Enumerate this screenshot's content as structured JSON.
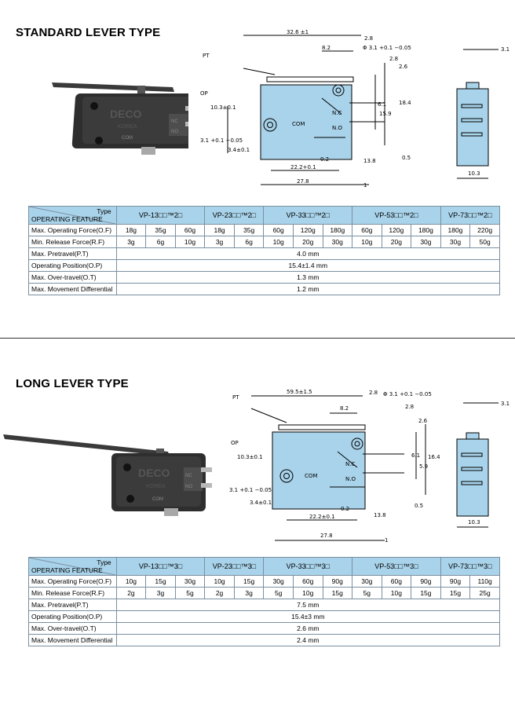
{
  "sections": [
    {
      "title": "STANDARD LEVER TYPE",
      "photo": {
        "brand": "DECO",
        "country": "KOREA",
        "terminals": [
          "NC",
          "NO",
          "COM"
        ]
      },
      "drawing": {
        "labels": [
          "32.6 ±1",
          "2.8",
          "8.2",
          "Φ 3.1 +0.1 −0.05",
          "2.8",
          "2.6",
          "PT",
          "OP",
          "10.3±0.1",
          "N.C",
          "COM",
          "N.O",
          "6.1",
          "18.4",
          "15.9",
          "3.1 +0.1 −0.05",
          "3.4±0.1",
          "0.2",
          "13.8",
          "0.5",
          "22.2+0.1",
          "27.8",
          "1"
        ],
        "side": [
          "3.1",
          "10.3"
        ]
      },
      "table": {
        "type_header": "Type",
        "feature_header": "OPERATING FEATURE",
        "models": [
          "VP-13□□™2□",
          "VP-23□□™2□",
          "VP-33□□™2□",
          "VP-53□□™2□",
          "VP-73□□™2□"
        ],
        "rows": [
          {
            "label": "Max. Operating Force(O.F)",
            "values": [
              "18g",
              "35g",
              "60g",
              "18g",
              "35g",
              "60g",
              "120g",
              "180g",
              "60g",
              "120g",
              "180g",
              "180g",
              "220g"
            ]
          },
          {
            "label": "Min. Release Force(R.F)",
            "values": [
              "3g",
              "6g",
              "10g",
              "3g",
              "6g",
              "10g",
              "20g",
              "30g",
              "10g",
              "20g",
              "30g",
              "30g",
              "50g"
            ]
          },
          {
            "label": "Max. Pretravel(P.T)",
            "value": "4.0 mm"
          },
          {
            "label": "Operating Position(O.P)",
            "value": "15.4±1.4 mm"
          },
          {
            "label": "Max. Over-travel(O.T)",
            "value": "1.3 mm"
          },
          {
            "label": "Max. Movement Differential",
            "value": "1.2 mm"
          }
        ]
      }
    },
    {
      "title": "LONG LEVER TYPE",
      "photo": {
        "brand": "DECO",
        "country": "KOREA",
        "terminals": [
          "NC",
          "NO",
          "COM"
        ]
      },
      "drawing": {
        "labels": [
          "59.5±1.5",
          "2.8",
          "8.2",
          "Φ 3.1 +0.1 −0.05",
          "2.8",
          "2.6",
          "PT",
          "OP",
          "10.3±0.1",
          "N.C",
          "COM",
          "N.O",
          "6.1",
          "16.4",
          "5.9",
          "3.1 +0.1 −0.05",
          "3.4±0.1",
          "0.2",
          "13.8",
          "0.5",
          "22.2±0.1",
          "27.8",
          "1"
        ],
        "side": [
          "3.1",
          "10.3"
        ]
      },
      "table": {
        "type_header": "Type",
        "feature_header": "OPERATING FEATURE",
        "models": [
          "VP-13□□™3□",
          "VP-23□□™3□",
          "VP-33□□™3□",
          "VP-53□□™3□",
          "VP-73□□™3□"
        ],
        "rows": [
          {
            "label": "Max. Operating Force(O.F)",
            "values": [
              "10g",
              "15g",
              "30g",
              "10g",
              "15g",
              "30g",
              "60g",
              "90g",
              "30g",
              "60g",
              "90g",
              "90g",
              "110g"
            ]
          },
          {
            "label": "Min. Release Force(R.F)",
            "values": [
              "2g",
              "3g",
              "5g",
              "2g",
              "3g",
              "5g",
              "10g",
              "15g",
              "5g",
              "10g",
              "15g",
              "15g",
              "25g"
            ]
          },
          {
            "label": "Max. Pretravel(P.T)",
            "value": "7.5 mm"
          },
          {
            "label": "Operating Position(O.P)",
            "value": "15.4±3 mm"
          },
          {
            "label": "Max. Over-travel(O.T)",
            "value": "2.6 mm"
          },
          {
            "label": "Max. Movement Differential",
            "value": "2.4 mm"
          }
        ]
      }
    }
  ]
}
